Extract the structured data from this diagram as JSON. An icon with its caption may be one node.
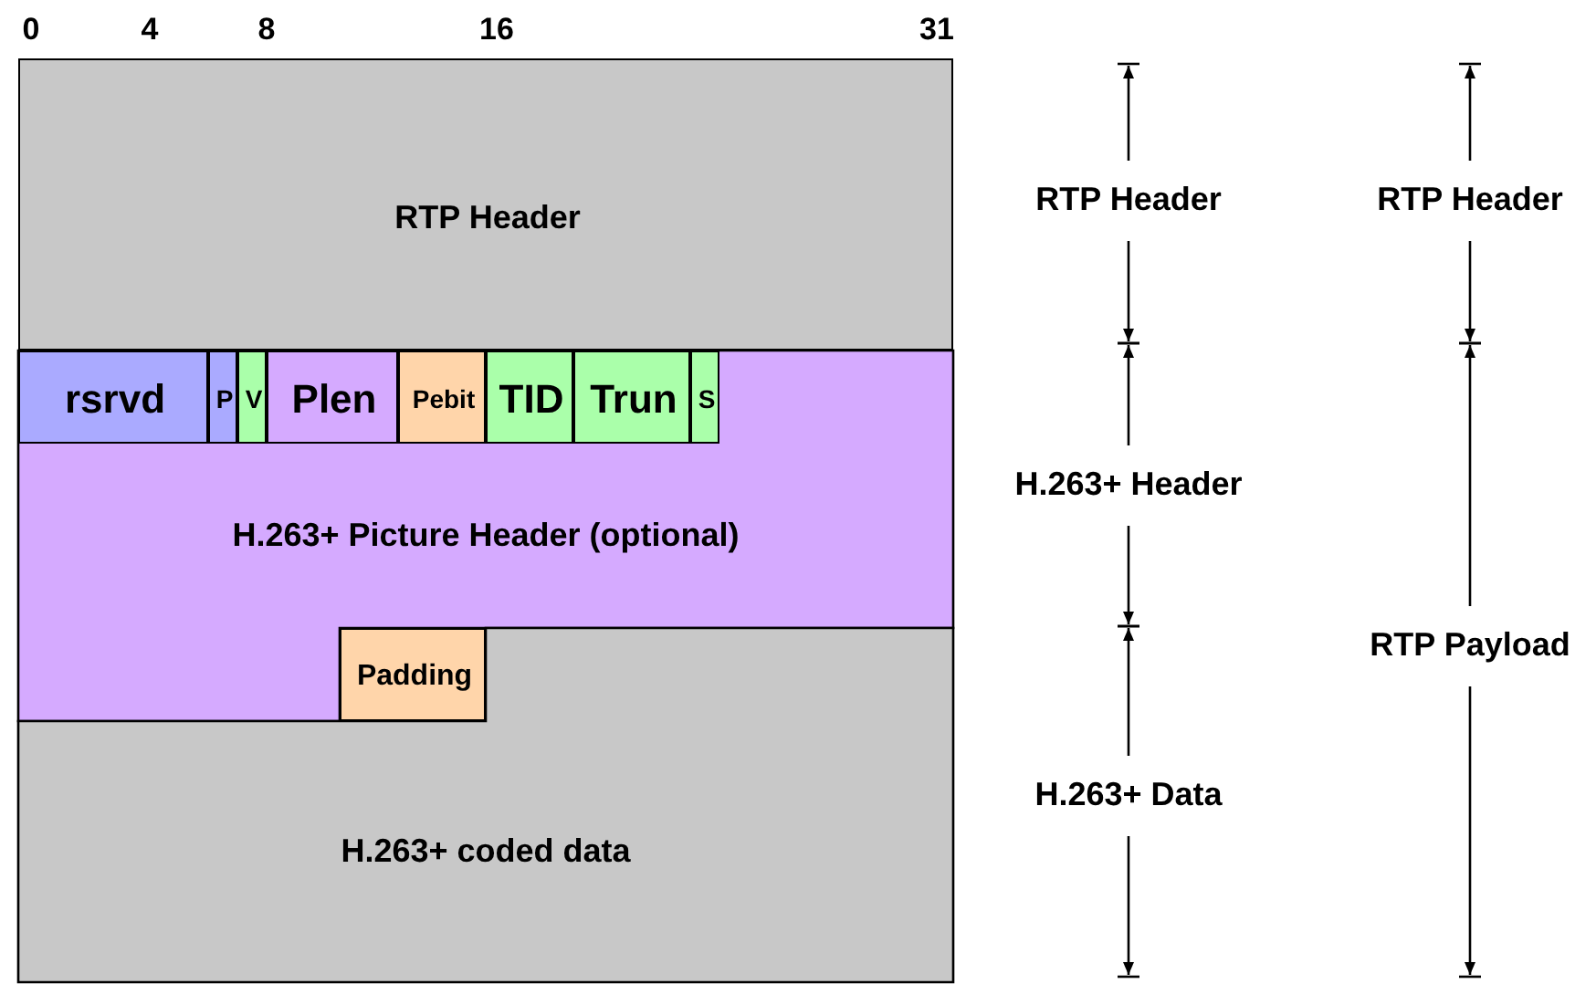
{
  "diagram": {
    "nodes": [
      {
        "text": [
          "RTP Header"
        ]
      },
      {
        "text": [
          "H.263+ Picture Header (optional)"
        ]
      },
      {
        "text": [
          "rsrvd"
        ],
        "in": 1
      },
      {
        "text": [
          "P"
        ],
        "in": 1
      },
      {
        "text": [
          "V"
        ],
        "in": 1
      },
      {
        "text": [
          "Plen"
        ],
        "in": 1
      },
      {
        "text": [
          "Pebit"
        ],
        "in": 1
      },
      {
        "text": [
          "TID"
        ],
        "in": 1
      },
      {
        "text": [
          "Trun"
        ],
        "in": 1
      },
      {
        "text": [
          "S"
        ],
        "in": 1
      },
      {
        "text": [
          "Padding"
        ]
      },
      {
        "text": [
          "H.263+ coded data"
        ]
      }
    ],
    "labels": [
      "0",
      "4",
      "8",
      "16",
      "31",
      "RTP Header",
      "RTP Header",
      "H.263+ Header",
      "RTP Payload",
      "H.263+ Data"
    ]
  }
}
